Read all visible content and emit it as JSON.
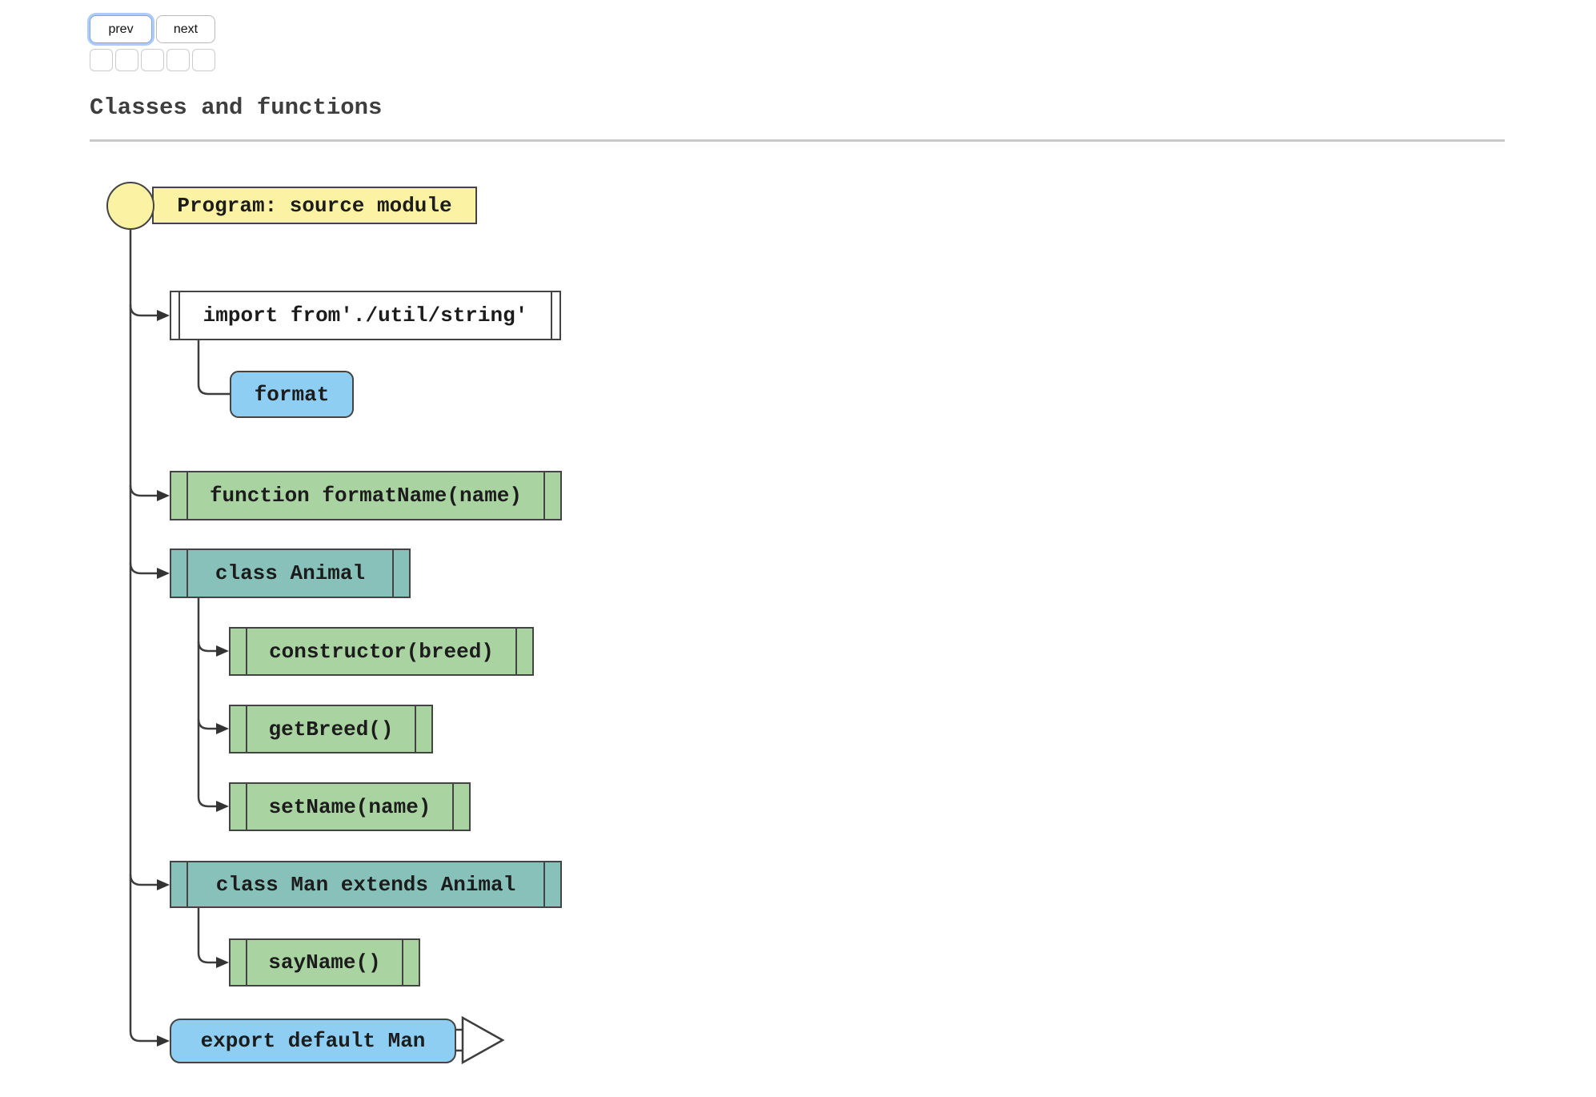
{
  "toolbar": {
    "prev_label": "prev",
    "next_label": "next",
    "pager_count": "5"
  },
  "page": {
    "title": "Classes and functions"
  },
  "diagram": {
    "nodes": [
      {
        "id": "program",
        "type": "root",
        "label": "Program: source module"
      },
      {
        "id": "import",
        "type": "module-import",
        "label": "import from'./util/string'"
      },
      {
        "id": "format",
        "type": "import-specifier",
        "label": "format"
      },
      {
        "id": "formatName",
        "type": "function",
        "label": "function formatName(name)"
      },
      {
        "id": "class-animal",
        "type": "class",
        "label": "class Animal"
      },
      {
        "id": "constructor",
        "type": "method",
        "label": "constructor(breed)"
      },
      {
        "id": "getBreed",
        "type": "method",
        "label": "getBreed()"
      },
      {
        "id": "setName",
        "type": "method",
        "label": "setName(name)"
      },
      {
        "id": "class-man",
        "type": "class",
        "label": "class Man extends Animal"
      },
      {
        "id": "sayName",
        "type": "method",
        "label": "sayName()"
      },
      {
        "id": "export",
        "type": "export",
        "label": "export default Man"
      }
    ]
  },
  "colors": {
    "root_fill": "#FBF3A3",
    "import_fill": "#FFFFFF",
    "specifier_fill": "#8DCEF2",
    "function_fill": "#A9D3A1",
    "class_fill": "#87C1B9",
    "export_fill": "#8DCEF2",
    "stroke": "#444444",
    "connector": "#3d3d3d",
    "arrowhead": "#333333"
  }
}
